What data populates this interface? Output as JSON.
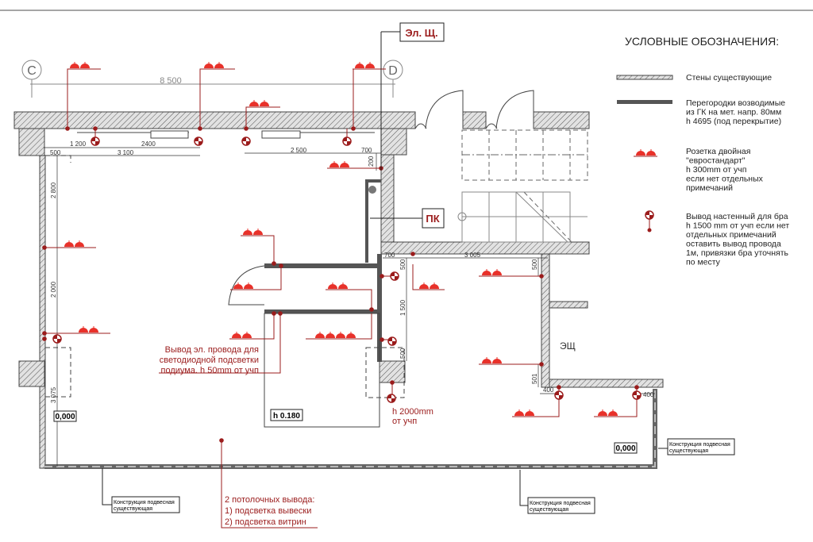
{
  "colors": {
    "wire": "#9b1c1c",
    "socket": "#e8312a",
    "wall_fill": "#d9d9d9",
    "partition": "#555555"
  },
  "axes": {
    "c": "C",
    "d": "D"
  },
  "dimensions": {
    "overall": "8 500",
    "d1200": "1 200",
    "d2400": "2400",
    "d3100": "3 100",
    "d500": "500",
    "d2500": "2 500",
    "d700": "700",
    "d200": "200",
    "d2800": "2 800",
    "d2000": "2 000",
    "d3075": "3 075",
    "d700b": "700",
    "d3005": "3 005",
    "d500b": "500",
    "d1500": "1 500",
    "d500c": "500",
    "d500d": "500",
    "d501": "501",
    "d400a": "400",
    "d400b": "400"
  },
  "tags": {
    "panel": "Эл. Щ.",
    "fire_hose": "ПК",
    "room_eshch": "ЭЩ",
    "level_left": "0,000",
    "level_right": "0,000",
    "podium": "h 0.180"
  },
  "notes": {
    "podium_led": [
      "Вывод эл. провода для",
      "светодиодной подсветки",
      "подиума. h 50mm от учп"
    ],
    "bra_height": [
      "h 2000mm",
      "от учп"
    ],
    "ceiling": [
      "2 потолочных вывода:",
      "1) подсветка вывески",
      "2) подсветка витрин"
    ],
    "suspended_1": [
      "Конструкция подвесная",
      "существующая"
    ],
    "suspended_2": [
      "Конструкция подвесная",
      "существующая"
    ],
    "suspended_3": [
      "Конструкция подвесная",
      "существующая"
    ]
  },
  "legend": {
    "title": "УСЛОВНЫЕ ОБОЗНАЧЕНИЯ:",
    "items": [
      {
        "symbol": "existing-wall",
        "lines": [
          "Стены существующие"
        ]
      },
      {
        "symbol": "partition",
        "lines": [
          "Перегородки возводимые",
          "из ГК на мет. напр. 80мм",
          "h 4695 (под перекрытие)"
        ]
      },
      {
        "symbol": "double-socket",
        "lines": [
          "Розетка двойная",
          "\"евростандарт\"",
          "h 300mm от учп",
          "если нет отдельных",
          "примечаний"
        ]
      },
      {
        "symbol": "wall-light-outlet",
        "lines": [
          "Вывод настенный для бра",
          "h 1500 mm от учп если нет",
          "отдельных примечаний",
          "оставить вывод провода",
          "1м, привязки бра уточнять",
          "по месту"
        ]
      }
    ]
  }
}
